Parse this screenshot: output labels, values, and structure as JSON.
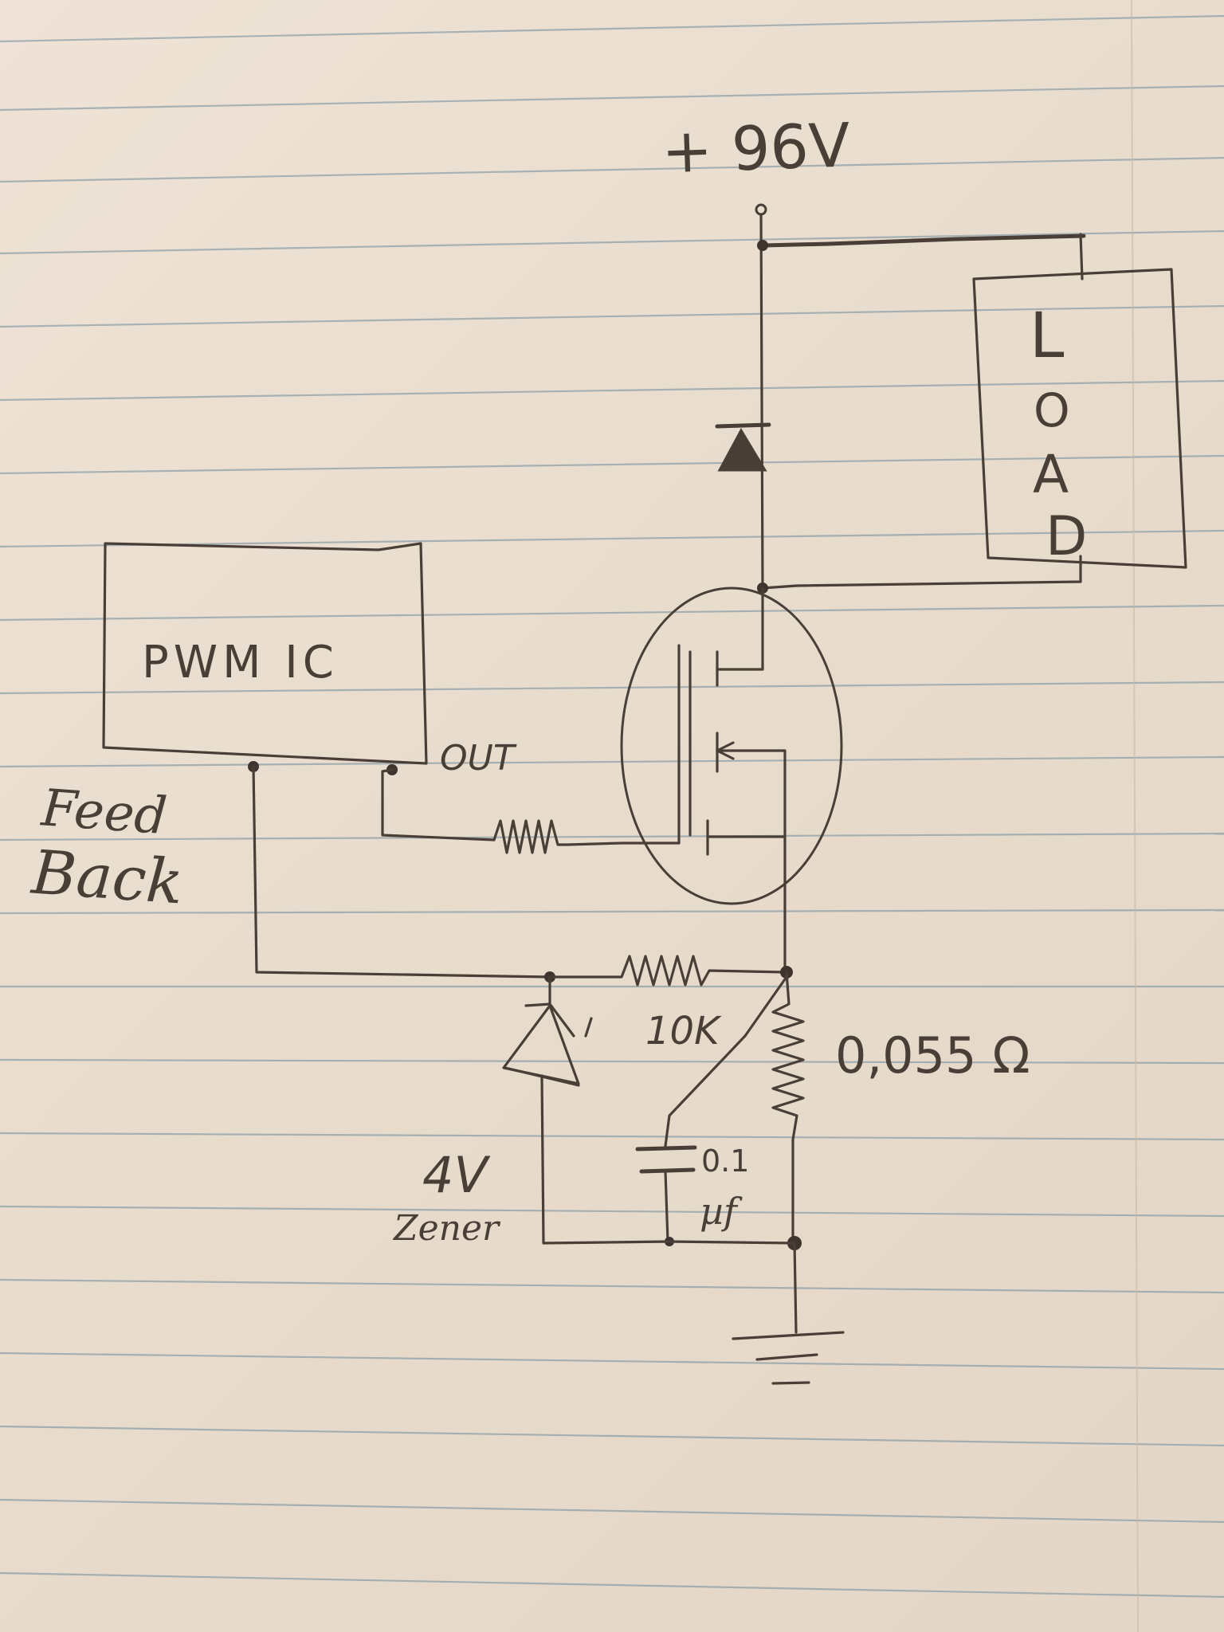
{
  "labels": {
    "supply": "+ 96V",
    "load": [
      "L",
      "O",
      "A",
      "D"
    ],
    "pwm_ic": "PWM IC",
    "out": "OUT",
    "feedback_1": "Feed",
    "feedback_2": "Back",
    "resistor_10k": "10K",
    "shunt": "0,055 Ω",
    "cap_1": "0.1",
    "cap_2": "µf",
    "zener_1": "4V",
    "zener_2": "Zener"
  },
  "colors": {
    "paper": "#e9ddcf",
    "ink": "#4a3f37",
    "rule_line": "#6f8c9c"
  }
}
